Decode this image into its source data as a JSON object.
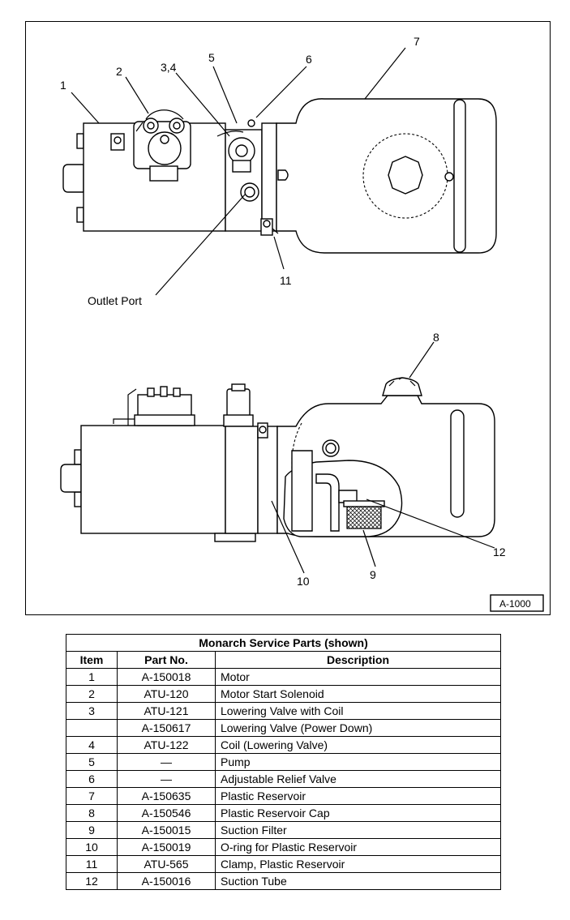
{
  "figure": {
    "figure_id": "A-1000",
    "callouts": [
      "1",
      "2",
      "3,4",
      "5",
      "6",
      "7",
      "8",
      "9",
      "10",
      "11",
      "12"
    ],
    "outlet_port_label": "Outlet Port"
  },
  "table": {
    "title": "Monarch Service Parts (shown)",
    "headers": {
      "item": "Item",
      "part_no": "Part No.",
      "description": "Description"
    },
    "rows": [
      {
        "item": "1",
        "part_no": "A-150018",
        "description": "Motor"
      },
      {
        "item": "2",
        "part_no": "ATU-120",
        "description": "Motor Start Solenoid"
      },
      {
        "item": "3",
        "part_no": "ATU-121",
        "description": "Lowering Valve with Coil"
      },
      {
        "item": "",
        "part_no": "A-150617",
        "description": "Lowering Valve (Power Down)"
      },
      {
        "item": "4",
        "part_no": "ATU-122",
        "description": "Coil (Lowering Valve)"
      },
      {
        "item": "5",
        "part_no": "—",
        "description": "Pump"
      },
      {
        "item": "6",
        "part_no": "—",
        "description": "Adjustable Relief Valve"
      },
      {
        "item": "7",
        "part_no": "A-150635",
        "description": "Plastic Reservoir"
      },
      {
        "item": "8",
        "part_no": "A-150546",
        "description": "Plastic Reservoir Cap"
      },
      {
        "item": "9",
        "part_no": "A-150015",
        "description": "Suction Filter"
      },
      {
        "item": "10",
        "part_no": "A-150019",
        "description": "O-ring for Plastic Reservoir"
      },
      {
        "item": "11",
        "part_no": "ATU-565",
        "description": "Clamp, Plastic Reservoir"
      },
      {
        "item": "12",
        "part_no": "A-150016",
        "description": "Suction Tube"
      }
    ]
  }
}
